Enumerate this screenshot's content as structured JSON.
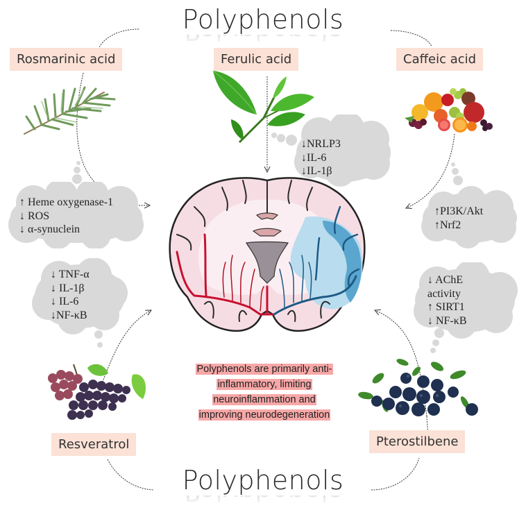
{
  "title_top": "Polyphenols",
  "title_bottom": "Polyphenols",
  "compounds": [
    {
      "id": "rosmarinic",
      "label": "Rosmarinic acid",
      "source_icon": "rosemary-sprig-icon"
    },
    {
      "id": "ferulic",
      "label": "Ferulic acid",
      "source_icon": "green-tea-leaf-icon"
    },
    {
      "id": "caffeic",
      "label": "Caffeic acid",
      "source_icon": "mixed-fruits-icon"
    },
    {
      "id": "resveratrol",
      "label": "Resveratrol",
      "source_icon": "grapes-icon"
    },
    {
      "id": "pterostilbene",
      "label": "Pterostilbene",
      "source_icon": "blueberries-icon"
    }
  ],
  "effects": {
    "rosmarinic": [
      "↑ Heme oxygenase-1",
      "↓ ROS",
      "↓ α-synuclein"
    ],
    "ferulic": [
      "↓NRLP3",
      "↓IL-6",
      "↓IL-1β"
    ],
    "caffeic": [
      "↑PI3K/Akt",
      "↑Nrf2"
    ],
    "resveratrol": [
      "↓ TNF-α",
      "↓ IL-1β",
      "↓ IL-6",
      "↓NF-κB"
    ],
    "pterostilbene": [
      "↓ AChE",
      "activity",
      "↑ SIRT1",
      "↓ NF-κB"
    ]
  },
  "center_icon": "brain-coronal-section-icon",
  "summary_lines": [
    "Polyphenols are primarily anti-",
    "inflammatory, limiting",
    "neuroinflammation and",
    "improving neurodegeneration"
  ],
  "colors": {
    "label_bg": "#fbe1d6",
    "cloud_fill": "#d9d9d9",
    "summary_highlight": "#f7a7a7",
    "brain_pink": "#f6dde4",
    "vessel_red": "#c8102e",
    "affected_blue": "#4a9cc9"
  }
}
